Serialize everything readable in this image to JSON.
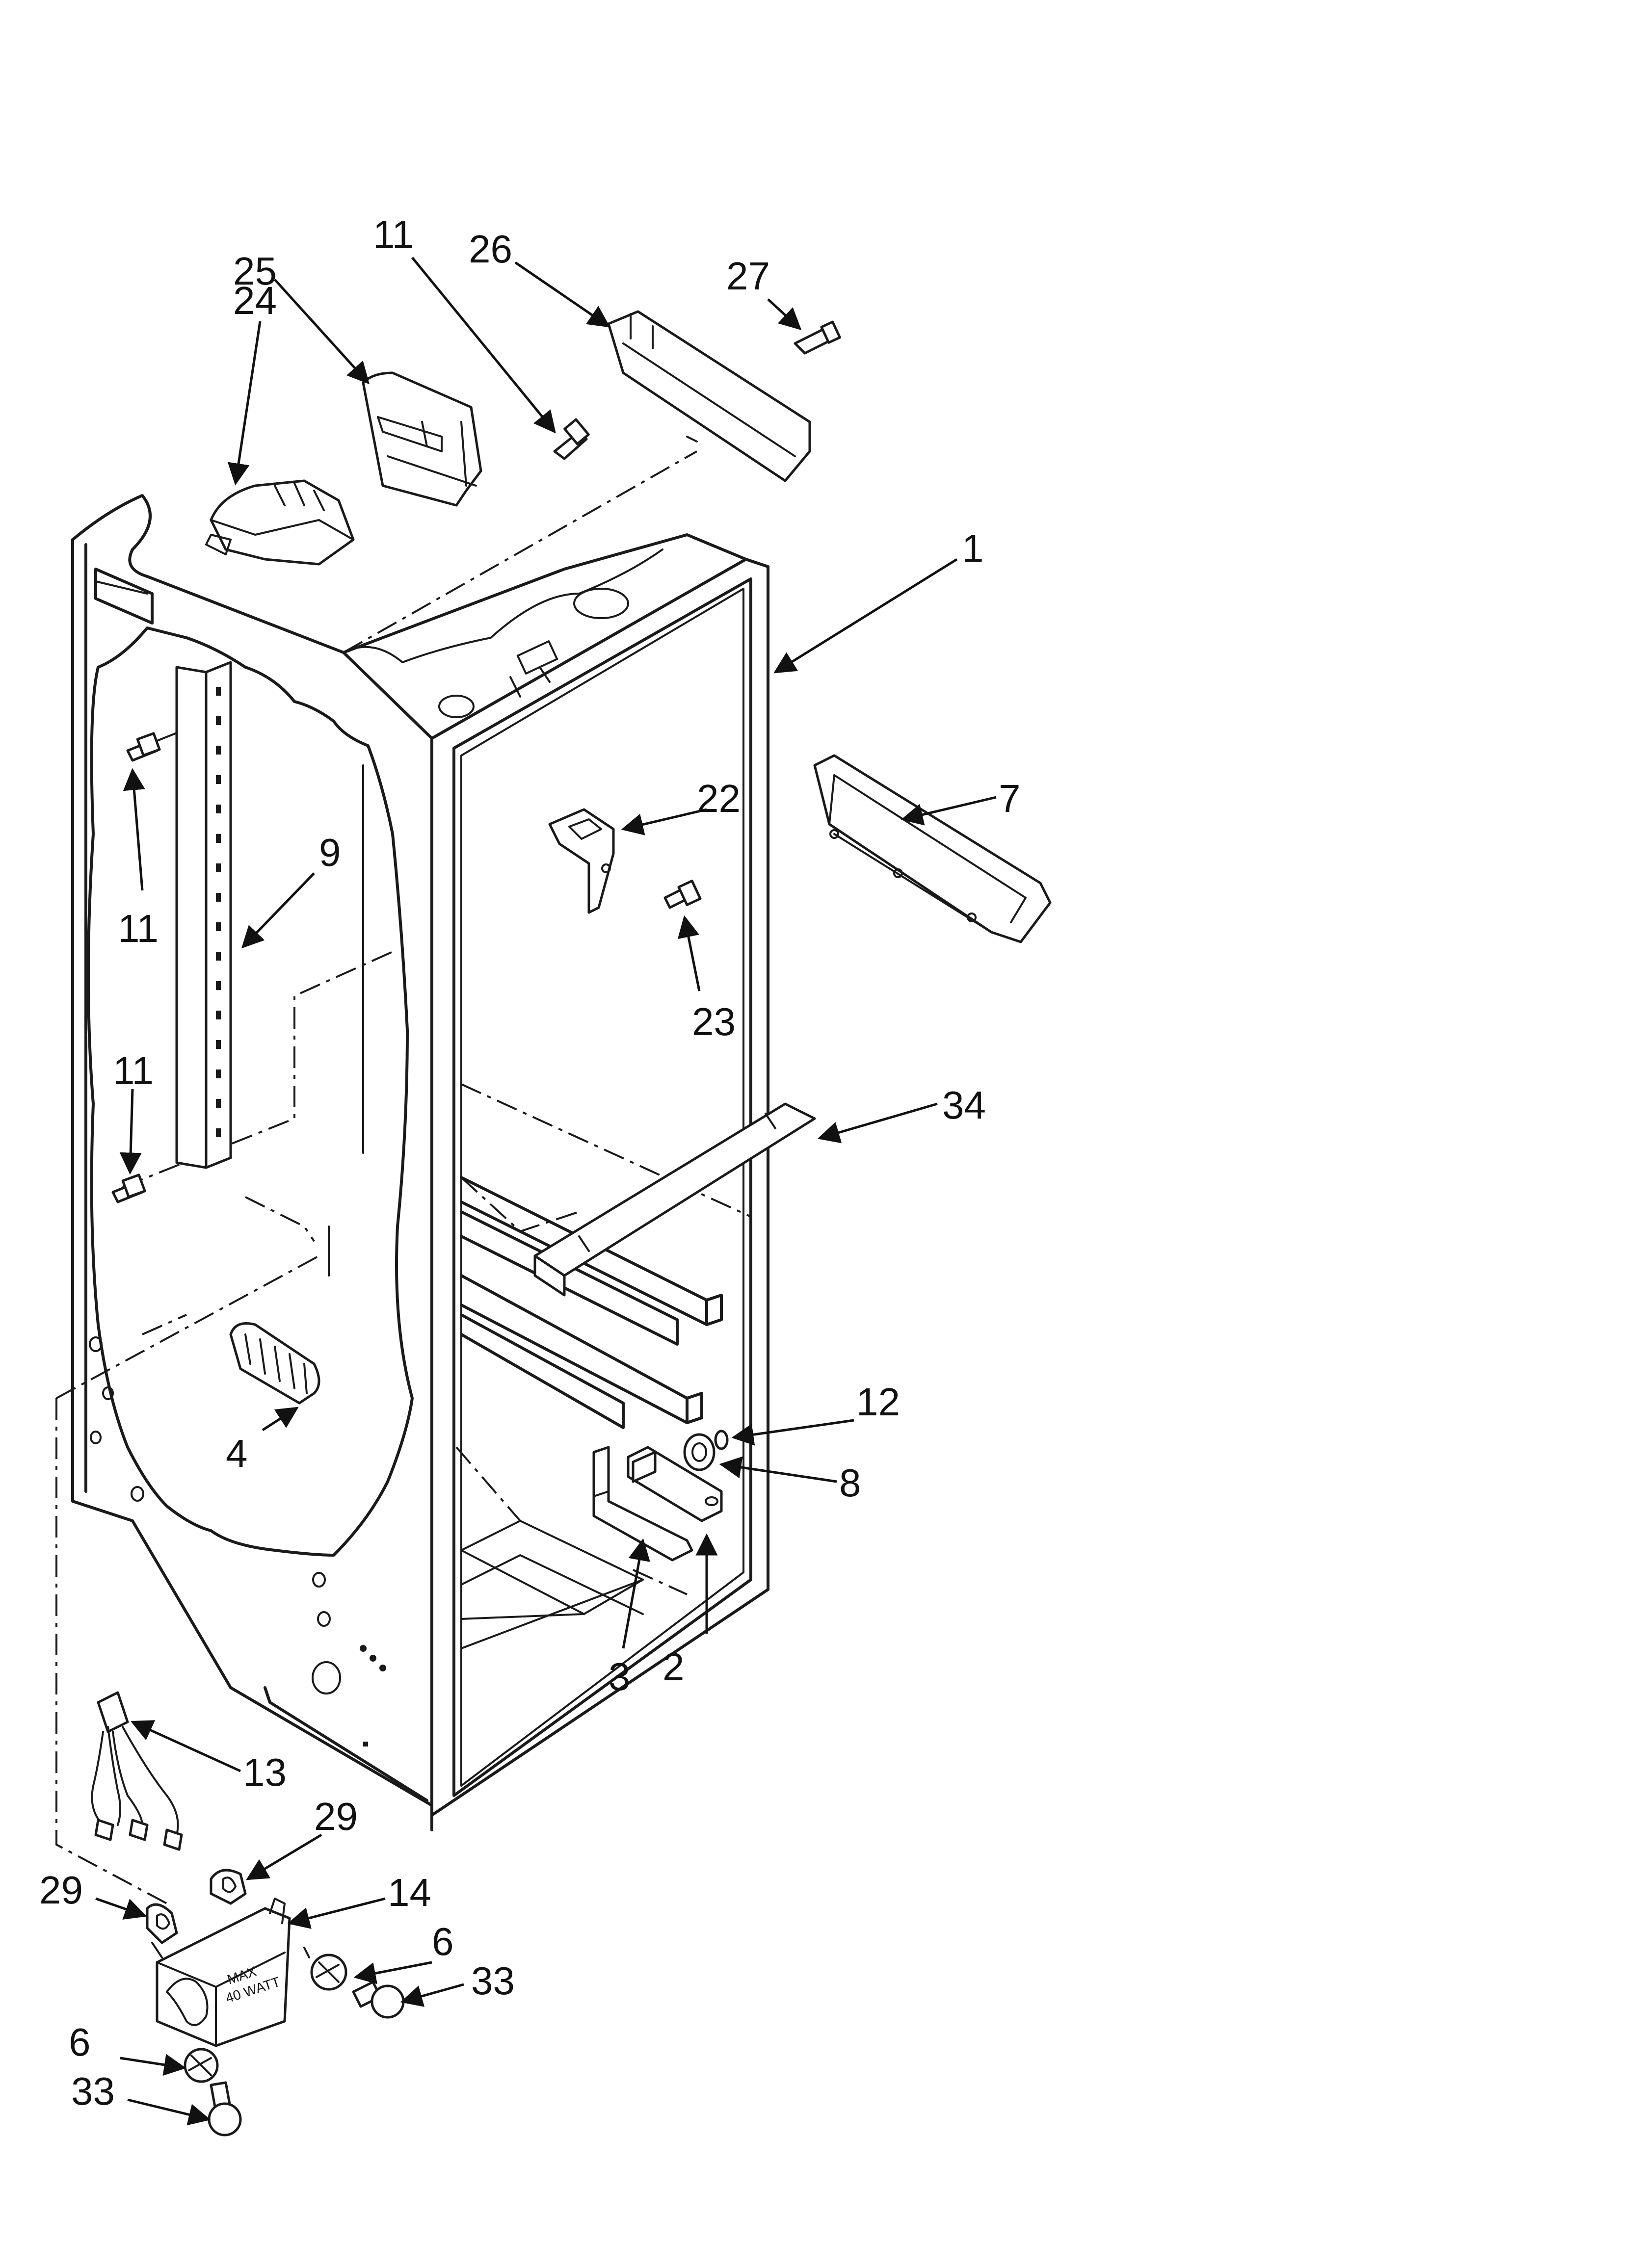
{
  "callouts": [
    {
      "id": "c1",
      "text": "1"
    },
    {
      "id": "c2",
      "text": "2"
    },
    {
      "id": "c3",
      "text": "3"
    },
    {
      "id": "c4",
      "text": "4"
    },
    {
      "id": "c6a",
      "text": "6"
    },
    {
      "id": "c6b",
      "text": "6"
    },
    {
      "id": "c7",
      "text": "7"
    },
    {
      "id": "c8",
      "text": "8"
    },
    {
      "id": "c9",
      "text": "9"
    },
    {
      "id": "c11a",
      "text": "11"
    },
    {
      "id": "c11b",
      "text": "11"
    },
    {
      "id": "c11c",
      "text": "11"
    },
    {
      "id": "c12",
      "text": "12"
    },
    {
      "id": "c13",
      "text": "13"
    },
    {
      "id": "c14",
      "text": "14"
    },
    {
      "id": "c22",
      "text": "22"
    },
    {
      "id": "c23",
      "text": "23"
    },
    {
      "id": "c24",
      "text": "24"
    },
    {
      "id": "c25",
      "text": "25"
    },
    {
      "id": "c26",
      "text": "26"
    },
    {
      "id": "c27",
      "text": "27"
    },
    {
      "id": "c29a",
      "text": "29"
    },
    {
      "id": "c29b",
      "text": "29"
    },
    {
      "id": "c33a",
      "text": "33"
    },
    {
      "id": "c33b",
      "text": "33"
    },
    {
      "id": "c34",
      "text": "34"
    }
  ],
  "lamp_housing_label": [
    "MAX",
    "40 WATT"
  ]
}
